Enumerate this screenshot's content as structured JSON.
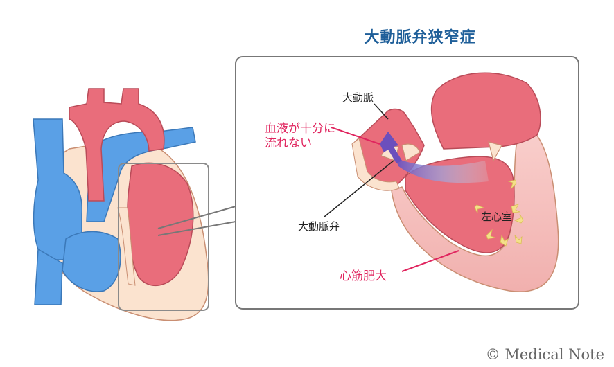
{
  "title": "大動脈弁狭窄症",
  "labels": {
    "aorta": "大動脈",
    "blood_flow_line1": "血液が十分に",
    "blood_flow_line2": "流れない",
    "aortic_valve": "大動脈弁",
    "left_ventricle": "左心室",
    "hypertrophy": "心筋肥大"
  },
  "copyright": "© Medical Note",
  "colors": {
    "title": "#1f5f99",
    "warning_label": "#e0245e",
    "heart_red": "#e96d7b",
    "heart_red_light": "#f2a3ab",
    "vein_blue": "#5aa0e6",
    "tissue": "#fbe3cf",
    "muscle_pink": "#f7c6c4",
    "flow_arrow": "#6b4fbd",
    "pressure_arrow": "#f4e08a",
    "frame_border": "#777777"
  },
  "icons": [
    "flow-arrow-icon",
    "pressure-arrow-icon"
  ]
}
